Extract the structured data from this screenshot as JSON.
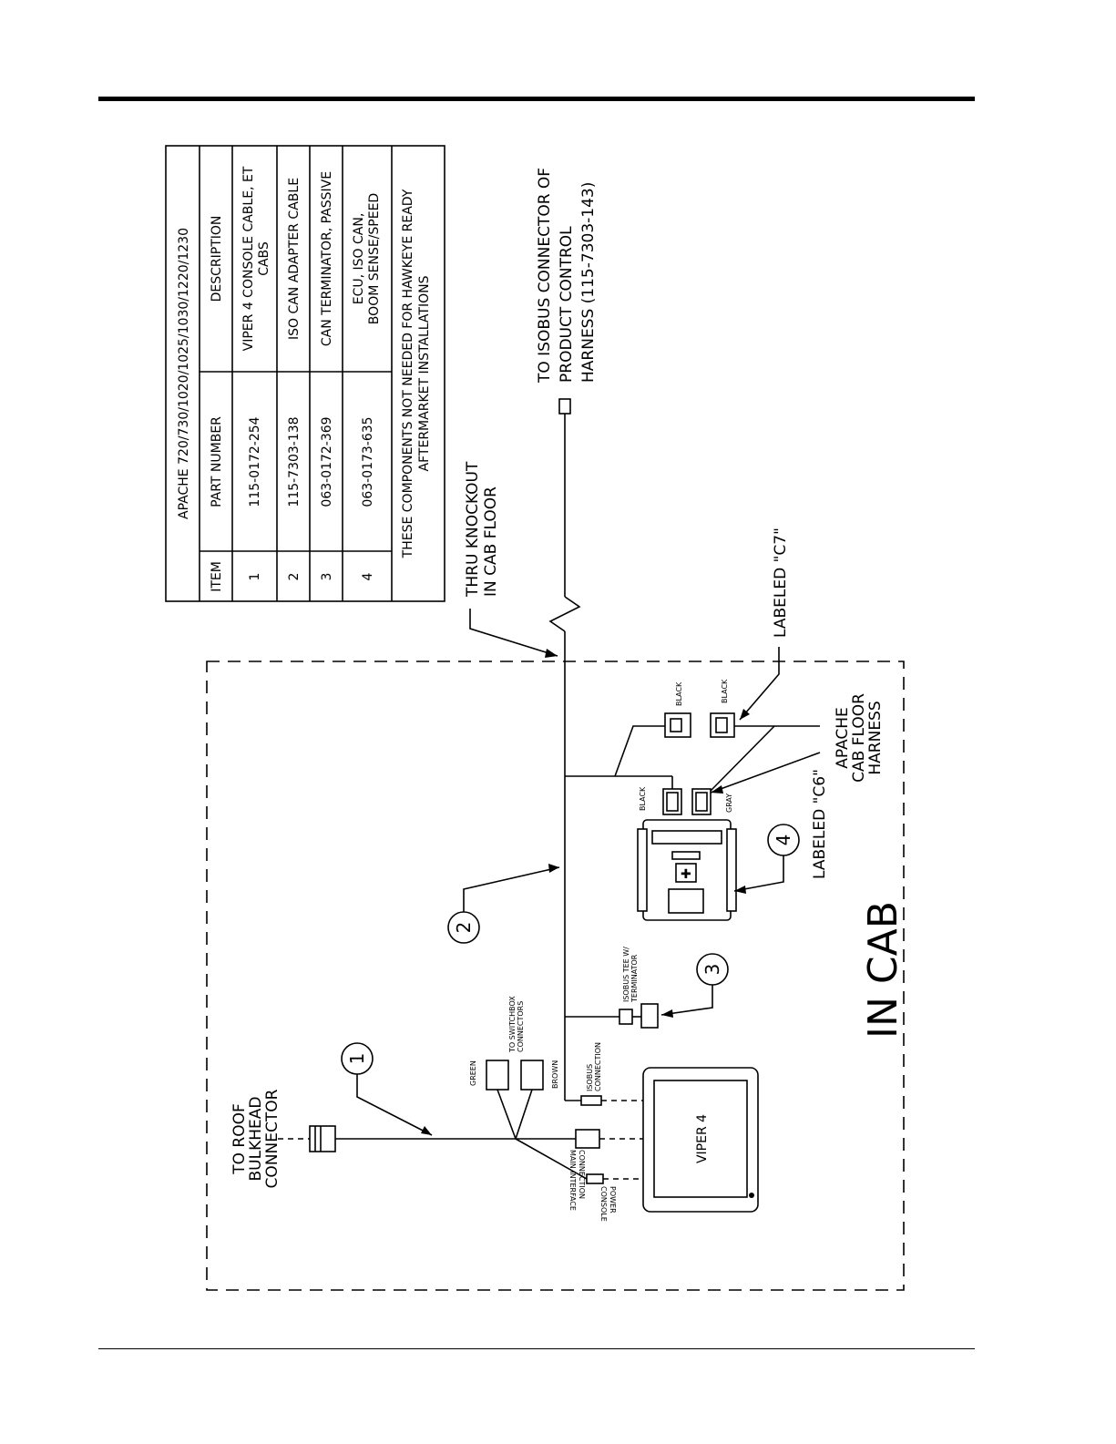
{
  "table": {
    "title": "APACHE 720/730/1020/1025/1030/1220/1230",
    "headers": [
      "ITEM",
      "PART NUMBER",
      "DESCRIPTION"
    ],
    "rows": [
      {
        "item": "1",
        "part": "115-0172-254",
        "desc1": "VIPER 4 CONSOLE CABLE, ET",
        "desc2": "CABS"
      },
      {
        "item": "2",
        "part": "115-7303-138",
        "desc1": "ISO CAN ADAPTER CABLE",
        "desc2": ""
      },
      {
        "item": "3",
        "part": "063-0172-369",
        "desc1": "CAN TERMINATOR, PASSIVE",
        "desc2": ""
      },
      {
        "item": "4",
        "part": "063-0173-635",
        "desc1": "ECU, ISO CAN,",
        "desc2": "BOOM SENSE/SPEED"
      }
    ],
    "note1": "THESE COMPONENTS NOT NEEDED FOR HAWKEYE READY",
    "note2": "AFTERMARKET INSTALLATIONS"
  },
  "labels": {
    "isobus_connector": [
      "TO ISOBUS CONNECTOR OF",
      "PRODUCT CONTROL",
      "HARNESS (115-7303-143)"
    ],
    "knockout": [
      "THRU KNOCKOUT",
      "IN CAB FLOOR"
    ],
    "labeled_c7": "LABELED \"C7\"",
    "labeled_c6": "LABELED \"C6\"",
    "cab_floor_harness": [
      "APACHE",
      "CAB FLOOR",
      "HARNESS"
    ],
    "in_cab": "IN CAB",
    "roof_bulkhead": [
      "TO ROOF",
      "BULKHEAD",
      "CONNECTOR"
    ],
    "switchbox": [
      "TO SWITCHBOX",
      "CONNECTORS"
    ],
    "green": "GREEN",
    "brown": "BROWN",
    "isobus_connection": [
      "ISOBUS",
      "CONNECTION"
    ],
    "isobus_tee": [
      "ISOBUS TEE W/",
      "TERMINATOR"
    ],
    "main_interface": [
      "MAIN INTERFACE",
      "CONNECTION"
    ],
    "console_power": [
      "CONSOLE",
      "POWER"
    ],
    "black": "BLACK",
    "gray": "GRAY",
    "viper4": "VIPER 4"
  },
  "callouts": [
    "1",
    "2",
    "3",
    "4"
  ]
}
